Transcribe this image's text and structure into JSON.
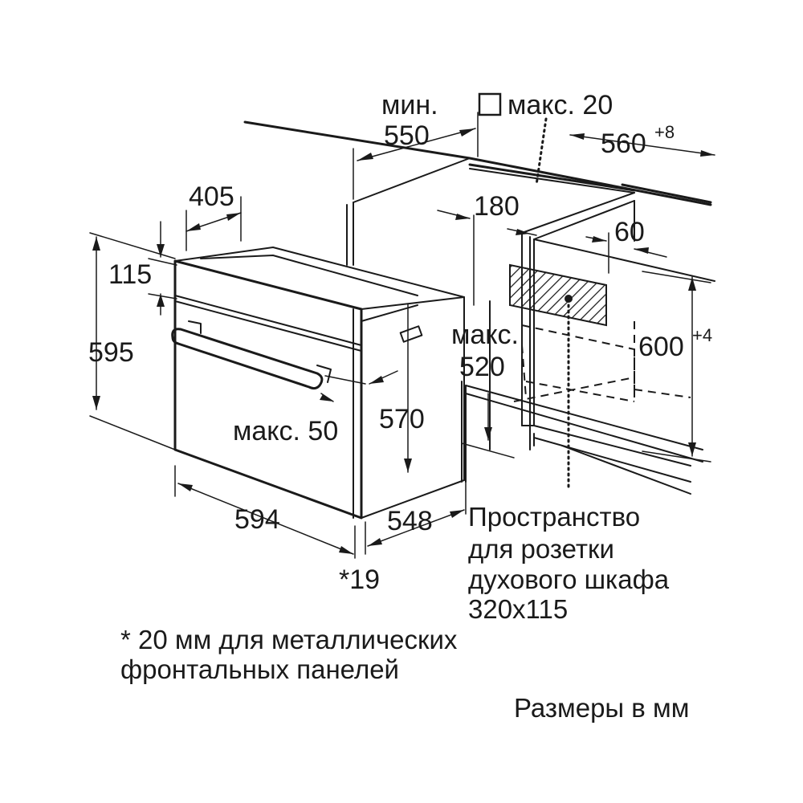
{
  "dimensions": {
    "min_label": "мин.",
    "min_value": "550",
    "top_max_label": "макс. 20",
    "width_niche": "560",
    "width_niche_tol": "+8",
    "d405": "405",
    "d180": "180",
    "d60": "60",
    "d115": "115",
    "d595": "595",
    "d600": "600",
    "d600_tol": "+4",
    "max520_label": "макс.",
    "max520_value": "520",
    "d570": "570",
    "max50": "макс. 50",
    "d594": "594",
    "d548": "548",
    "d19": "*19"
  },
  "socket_note": {
    "line1": "Пространство",
    "line2": "для розетки",
    "line3": "духового шкафа",
    "line4": "320x115"
  },
  "footnote": {
    "line1": "* 20 мм для металлических",
    "line2": "фронтальных панелей"
  },
  "units_note": "Размеры в мм",
  "colors": {
    "line": "#1a1a1a",
    "background": "#ffffff"
  }
}
